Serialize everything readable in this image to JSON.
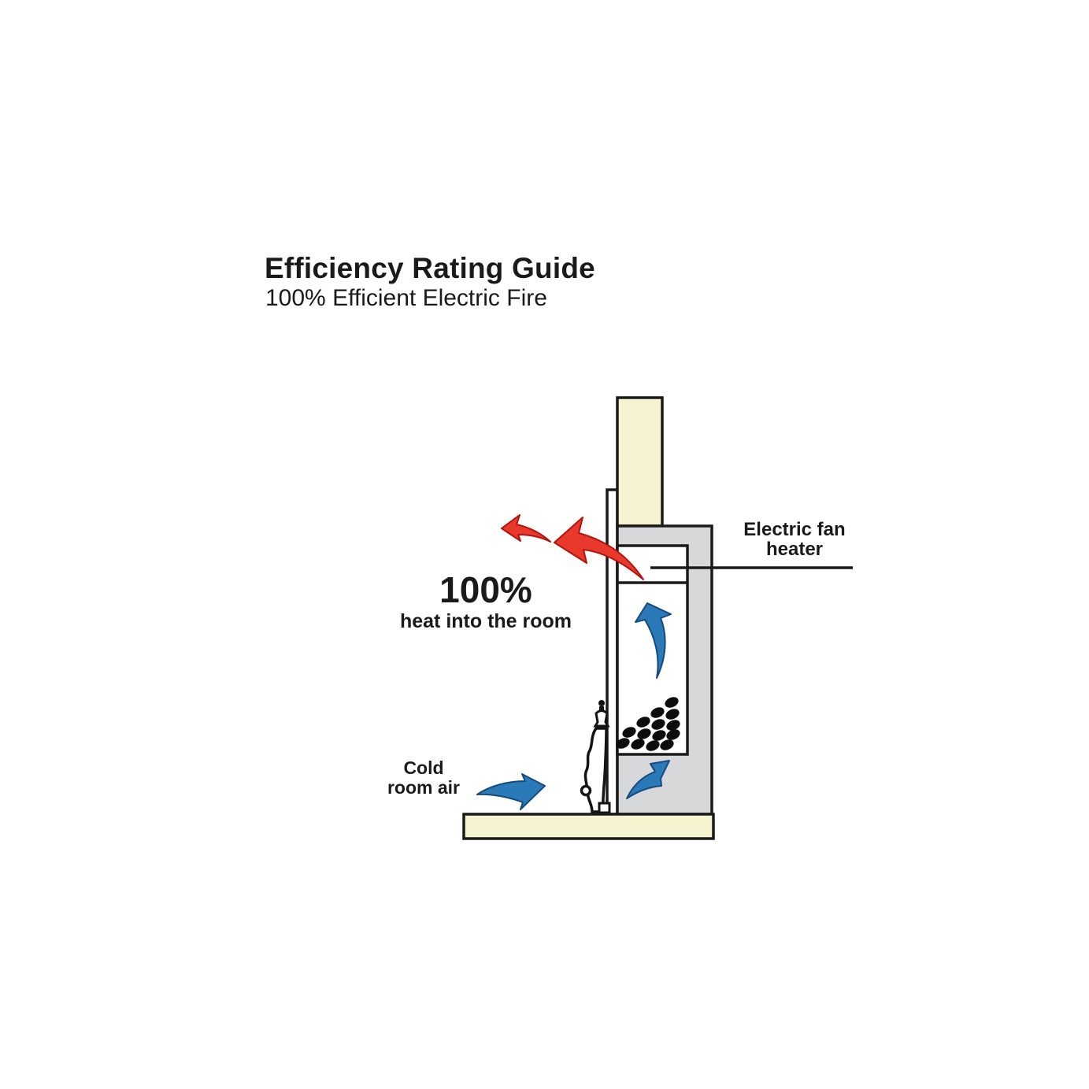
{
  "header": {
    "title": "Efficiency Rating Guide",
    "subtitle": "100% Efficient Electric Fire"
  },
  "labels": {
    "heat_output": {
      "value": "100%",
      "caption": "heat into the room"
    },
    "fan_heater": {
      "line1": "Electric fan",
      "line2": "heater"
    },
    "cold_air": {
      "line1": "Cold",
      "line2": "room air"
    }
  },
  "colors": {
    "background": "#ffffff",
    "masonry": "#f6f3d0",
    "unit_body": "#d7d8da",
    "outline": "#1a1a1a",
    "hot_arrow": "#e8392c",
    "hot_arrow_edge": "#b2150d",
    "cold_arrow": "#2a7ab8",
    "cold_arrow_edge": "#15497f",
    "coal": "#0d0d0d",
    "text": "#1a1a1a"
  }
}
